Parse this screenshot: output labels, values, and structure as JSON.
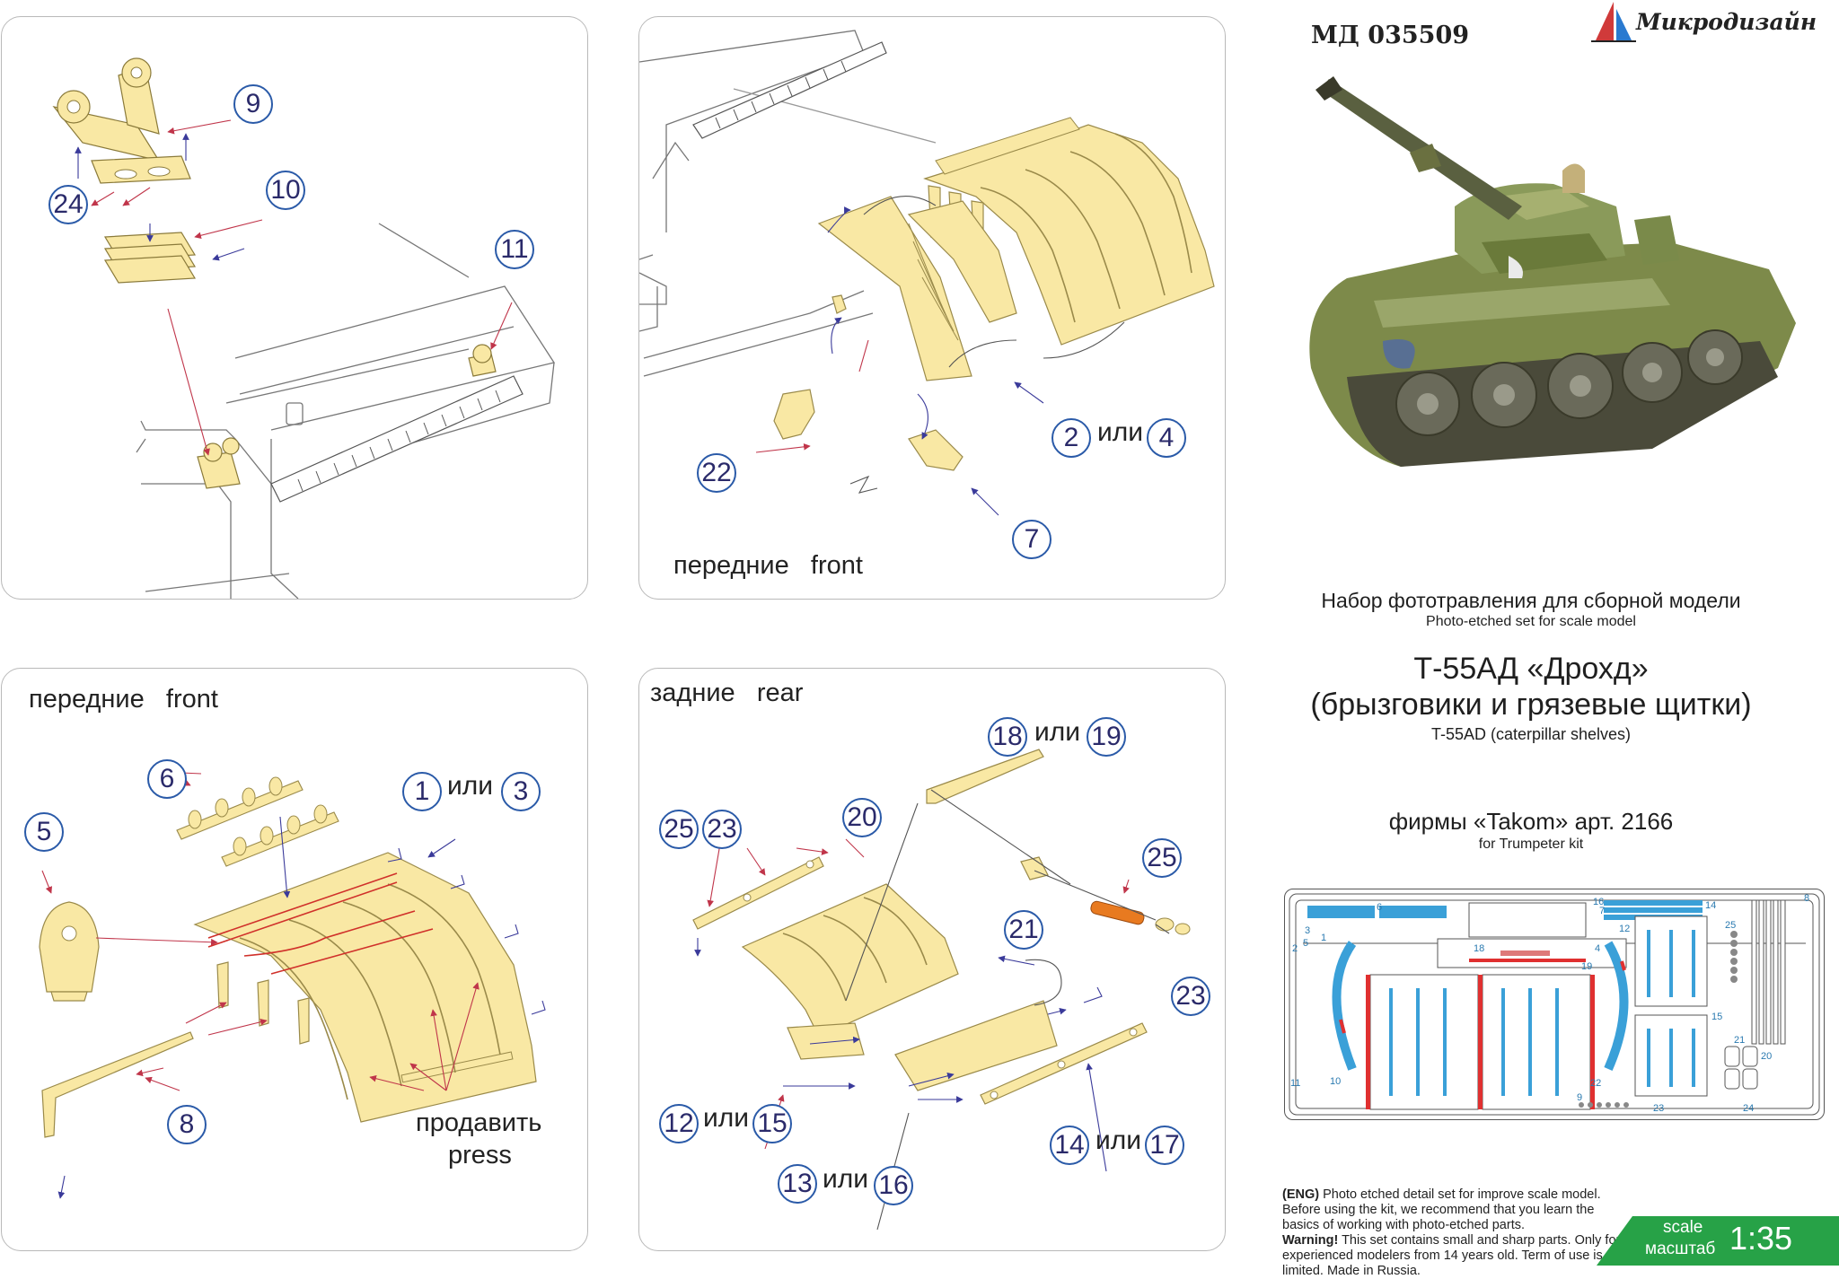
{
  "header": {
    "code": "МД 035509",
    "brand": "Микродизайн"
  },
  "title_block": {
    "line1_ru": "Набор фототравления для сборной модели",
    "line1_en": "Photo-etched set for scale model",
    "model_ru": "Т-55АД «Дрохд»",
    "model_sub_ru": "(брызговики и грязевые щитки)",
    "model_en": "T-55AD (caterpillar shelves)",
    "kit_ru": "фирмы «Takom» арт. 2166",
    "kit_en": "for Trumpeter kit"
  },
  "panel_a": {
    "callouts": [
      "9",
      "10",
      "24",
      "11"
    ]
  },
  "panel_b": {
    "caption": "передние   front",
    "callouts": [
      "2",
      "4",
      "22",
      "7"
    ],
    "or": "или"
  },
  "panel_c": {
    "caption": "передние   front",
    "callouts": [
      "6",
      "1",
      "3",
      "5",
      "8"
    ],
    "or": "или",
    "press_ru": "продавить",
    "press_en": "press"
  },
  "panel_d": {
    "caption": "задние   rear",
    "callouts": [
      "18",
      "19",
      "20",
      "25",
      "23",
      "25",
      "21",
      "23",
      "12",
      "15",
      "13",
      "16",
      "14",
      "17"
    ],
    "or": "или"
  },
  "fret": {
    "numbers": [
      "16",
      "7",
      "14",
      "6",
      "3",
      "5",
      "1",
      "18",
      "4",
      "19",
      "12",
      "25",
      "15",
      "2",
      "20",
      "21",
      "11",
      "10",
      "9",
      "22",
      "23",
      "24",
      "8"
    ]
  },
  "warning": {
    "p1_tag": "(ENG)",
    "p1": " Photo etched detail set for improve scale model. Before using the kit, we recommend that you learn the basics of working with photo-etched parts.",
    "p2_tag": "Warning!",
    "p2": " This set contains small and sharp parts. Only for experienced modelers from 14 years old. Term of use is not limited. Made in Russia."
  },
  "scale_badge": {
    "en": "scale",
    "ru": "масштаб",
    "value": "1:35"
  },
  "colors": {
    "part_fill": "#f9e8a4",
    "part_stroke": "#9a8a4a",
    "callout_ring": "#2a5aa8",
    "arrow_blue": "#3a3a9a",
    "arrow_red": "#c0354a",
    "press_line": "#d0302a",
    "scale_green": "#27a247",
    "fret_blue": "#3aa0d8",
    "fret_red": "#e03030",
    "orange_rod": "#e87a20"
  }
}
